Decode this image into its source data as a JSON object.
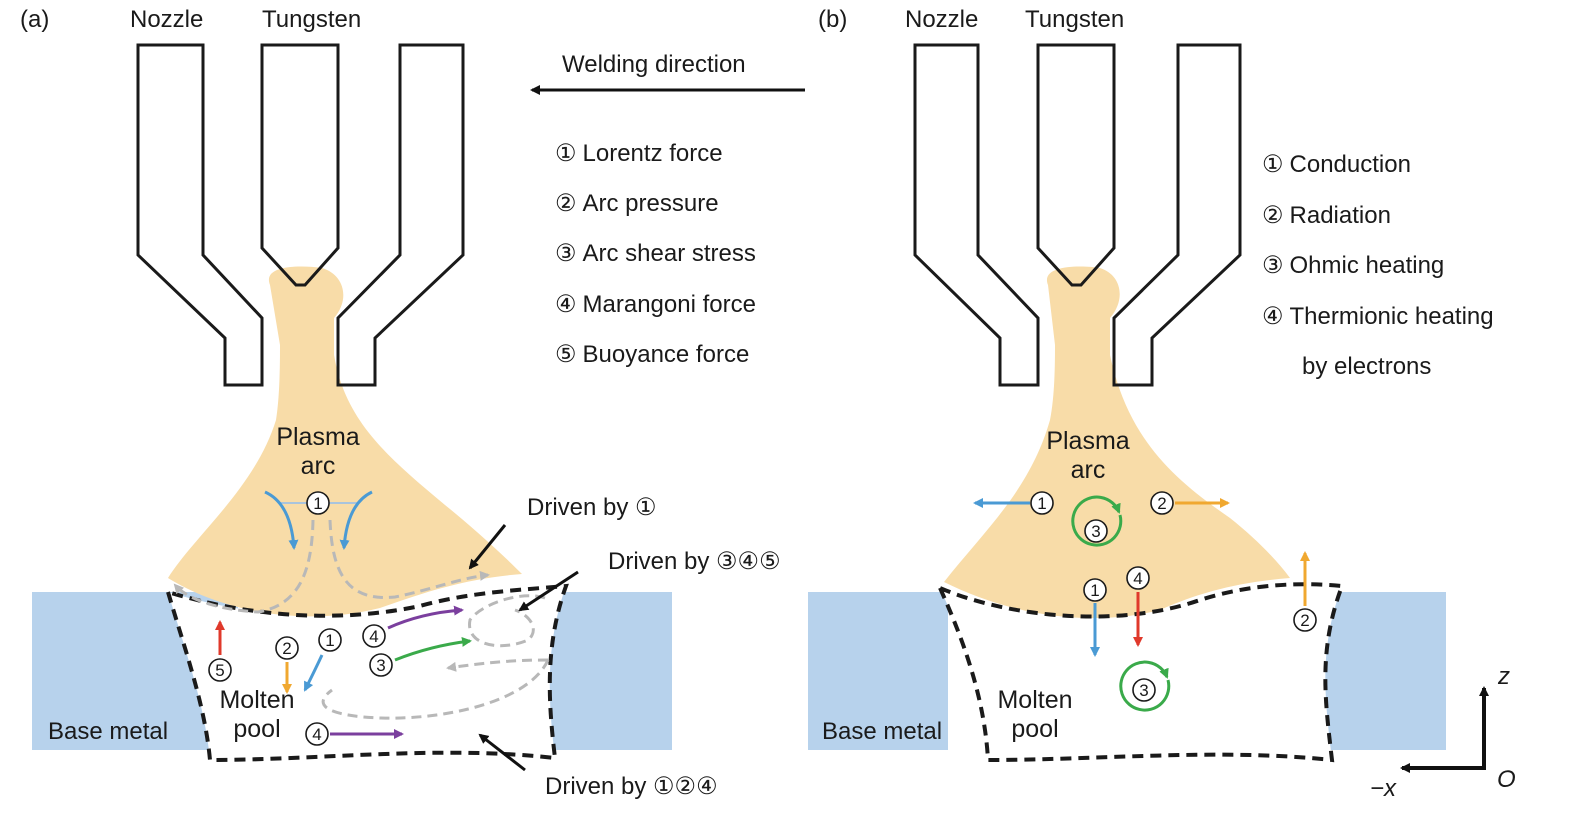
{
  "panel_a": {
    "tag": "(a)",
    "nozzle_label": "Nozzle",
    "tungsten_label": "Tungsten",
    "welding_direction": "Welding direction",
    "legend": [
      {
        "num": "①",
        "text": "Lorentz force"
      },
      {
        "num": "②",
        "text": "Arc pressure"
      },
      {
        "num": "③",
        "text": "Arc shear stress"
      },
      {
        "num": "④",
        "text": "Marangoni force"
      },
      {
        "num": "⑤",
        "text": "Buoyance force"
      }
    ],
    "plasma_line1": "Plasma",
    "plasma_line2": "arc",
    "molten_line1": "Molten",
    "molten_line2": "pool",
    "base_metal": "Base metal",
    "driven_1": "Driven by ①",
    "driven_345": "Driven by ③④⑤",
    "driven_124": "Driven by ①②④",
    "markers": {
      "arc_lorentz": "1",
      "pool_buoyance": "5",
      "pool_pressure": "2",
      "pool_lorentz": "1",
      "pool_marangoni_top": "4",
      "pool_shear": "3",
      "pool_marangoni_bottom": "4"
    }
  },
  "panel_b": {
    "tag": "(b)",
    "nozzle_label": "Nozzle",
    "tungsten_label": "Tungsten",
    "legend": [
      {
        "num": "①",
        "text": "Conduction"
      },
      {
        "num": "②",
        "text": "Radiation"
      },
      {
        "num": "③",
        "text": "Ohmic heating"
      },
      {
        "num": "④",
        "text": "Thermionic heating"
      }
    ],
    "legend_continuation": "by electrons",
    "plasma_line1": "Plasma",
    "plasma_line2": "arc",
    "molten_line1": "Molten",
    "molten_line2": "pool",
    "base_metal": "Base metal",
    "axis_z": "z",
    "axis_x": "−x",
    "axis_origin": "O",
    "markers": {
      "arc_conduction": "1",
      "arc_radiation": "2",
      "arc_ohmic": "3",
      "surf_conduction": "1",
      "surf_thermionic": "4",
      "right_radiation": "2",
      "pool_ohmic": "3"
    }
  },
  "colors": {
    "plasma": "#f8dca8",
    "base_metal": "#b7d2ec",
    "blue_arrow": "#4a9ad4",
    "orange_arrow": "#f0a830",
    "red_arrow": "#e0392b",
    "green_arrow": "#3aaa4a",
    "purple_arrow": "#7b3f9e",
    "gray_flow": "#b8b8b8"
  }
}
